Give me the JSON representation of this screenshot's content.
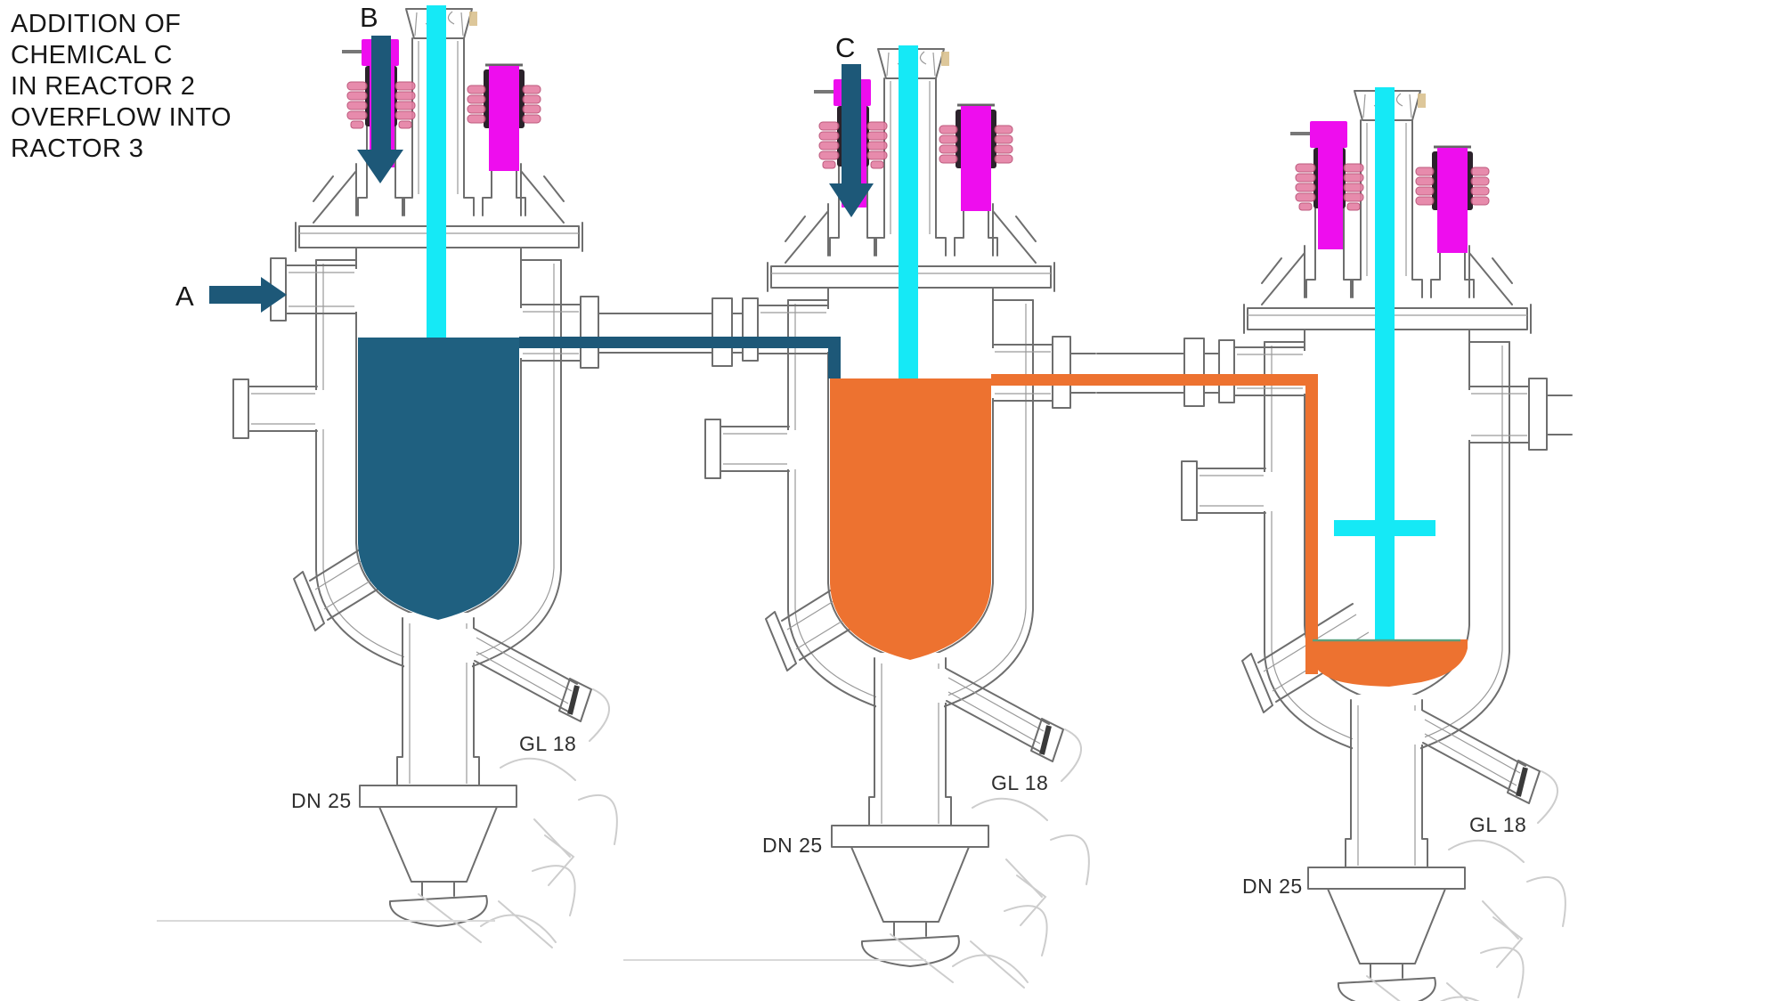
{
  "annotation": {
    "lines": [
      "ADDITION OF",
      "CHEMICAL C",
      "IN REACTOR 2",
      "OVERFLOW INTO",
      "RACTOR 3"
    ]
  },
  "streams": {
    "a_label": "A",
    "b_label": "B",
    "c_label": "C"
  },
  "reactors": [
    {
      "drain_port_label": "GL 18",
      "bottom_valve_label": "DN 25"
    },
    {
      "drain_port_label": "GL 18",
      "bottom_valve_label": "DN 25"
    },
    {
      "drain_port_label": "GL 18",
      "bottom_valve_label": "DN 25"
    }
  ],
  "colors": {
    "teal": "#1F6080",
    "orange": "#ED7230",
    "stream": "#1D5878",
    "cyan": "#15E9F6",
    "magenta": "#EE0DEE",
    "pink": "#E57FA4",
    "outline": "#6E6E6E",
    "sketch": "#CDCDCD",
    "ink": "#161616"
  }
}
